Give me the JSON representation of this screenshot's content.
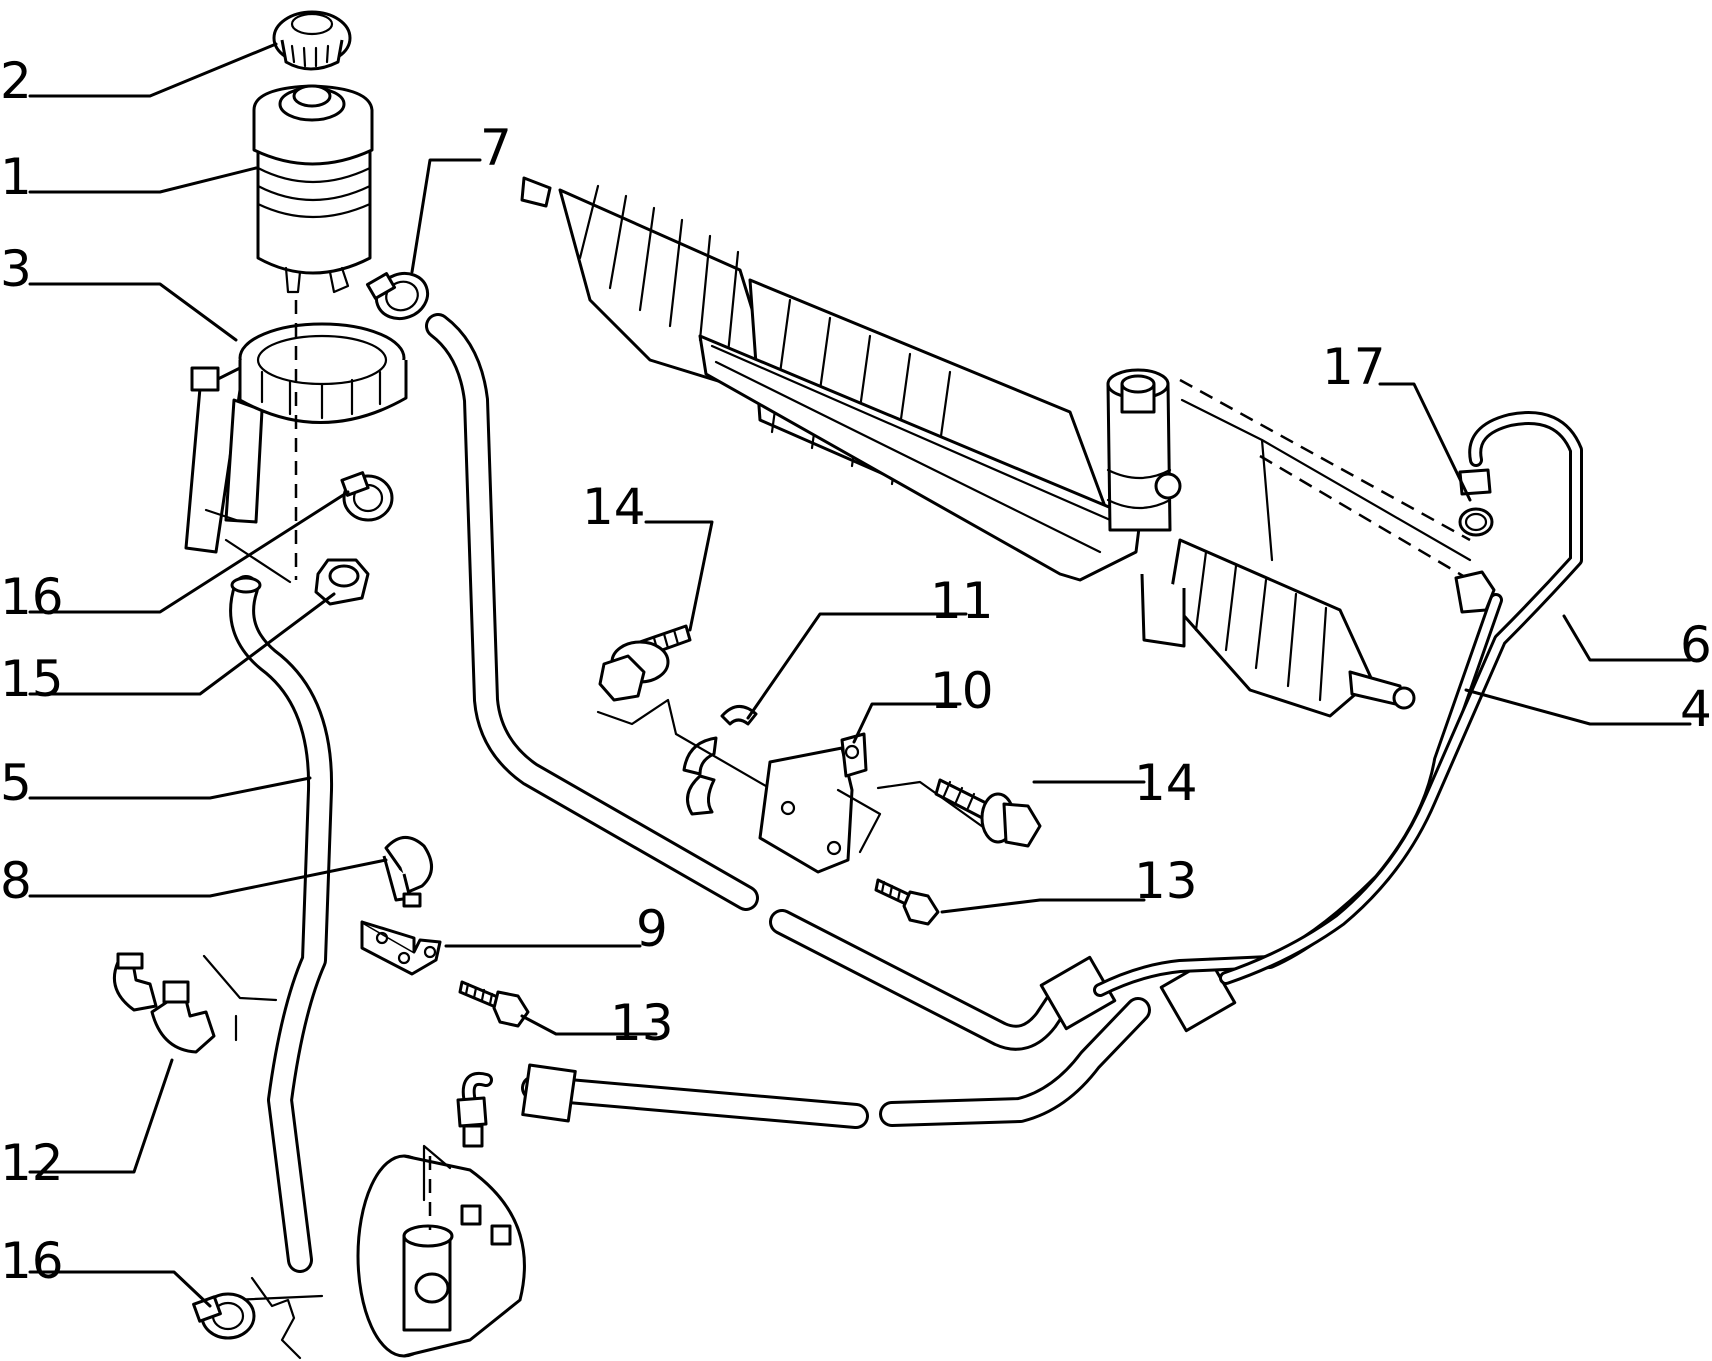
{
  "diagram": {
    "labels": {
      "p1": "1",
      "p2": "2",
      "p3": "3",
      "p4": "4",
      "p5": "5",
      "p6": "6",
      "p7": "7",
      "p8": "8",
      "p9": "9",
      "p10": "10",
      "p11": "11",
      "p12": "12",
      "p13a": "13",
      "p13b": "13",
      "p14a": "14",
      "p14b": "14",
      "p15": "15",
      "p16a": "16",
      "p16b": "16",
      "p17": "17"
    }
  }
}
